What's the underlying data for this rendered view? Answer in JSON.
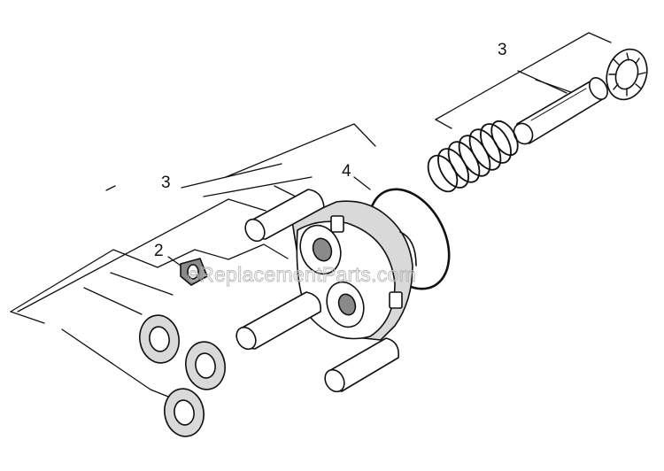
{
  "callouts": {
    "top_right": "3",
    "left_group": "3",
    "seal": "2",
    "o_ring": "4"
  },
  "watermark": "eReplacementParts.com",
  "colors": {
    "ink": "#111111",
    "background": "#ffffff",
    "watermark": "#b8b8b8"
  }
}
